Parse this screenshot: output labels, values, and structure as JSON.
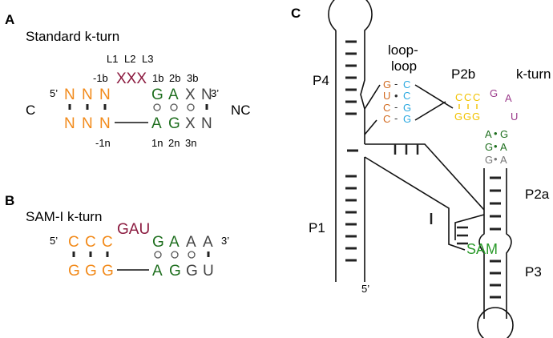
{
  "colors": {
    "orange": "#f28a1a",
    "maroon": "#8b1a3f",
    "green": "#1f6f1f",
    "gray": "#444444",
    "cyan": "#29a8e0",
    "rust": "#d2691e",
    "yellow": "#f2c200",
    "purple": "#9b3b8b",
    "leafgreen": "#2a9a2a",
    "lightgray": "#777777"
  },
  "panel_a": {
    "letter": "A",
    "title": "Standard k-turn",
    "loop_header": [
      "L1",
      "L2",
      "L3"
    ],
    "pos_top_left": "-1b",
    "pos_top_right": [
      "1b",
      "2b",
      "3b"
    ],
    "loop_seq": "XXX",
    "five_prime": "5’",
    "three_prime": "3’",
    "c_label": "C",
    "nc_label": "NC",
    "top_left_nts": [
      "N",
      "N",
      "N"
    ],
    "top_right_nts": [
      "G",
      "A",
      "X",
      "N"
    ],
    "bottom_left_nts": [
      "N",
      "N",
      "N"
    ],
    "bottom_right_nts": [
      "A",
      "G",
      "X",
      "N"
    ],
    "pos_bottom_left": "-1n",
    "pos_bottom_right": [
      "1n",
      "2n",
      "3n"
    ]
  },
  "panel_b": {
    "letter": "B",
    "title": "SAM-I k-turn",
    "loop_seq": "GAU",
    "five_prime": "5’",
    "three_prime": "3’",
    "top_left_nts": [
      "C",
      "C",
      "C"
    ],
    "top_right_nts": [
      "G",
      "A",
      "A",
      "A"
    ],
    "bottom_left_nts": [
      "G",
      "G",
      "G"
    ],
    "bottom_right_nts": [
      "A",
      "G",
      "G",
      "U"
    ]
  },
  "panel_c": {
    "letter": "C",
    "helix_labels": {
      "p4": "P4",
      "p1": "P1",
      "p2b": "P2b",
      "p2a": "P2a",
      "p3": "P3"
    },
    "loop_loop": [
      "loop-",
      "loop"
    ],
    "kturn_label": "k-turn",
    "sam_label": "SAM",
    "five_prime": "5’",
    "ll_left": [
      "G",
      "U",
      "C",
      "C"
    ],
    "ll_mid": [
      "-",
      "•",
      "-",
      "-"
    ],
    "ll_right": [
      "C",
      "C",
      "G",
      "G"
    ],
    "p2b_top": [
      "C",
      "C",
      "C"
    ],
    "p2b_bottom": [
      "G",
      "G",
      "G"
    ],
    "kturn_loop": [
      "G",
      "A",
      "U"
    ],
    "ga_pairs": [
      {
        "left": "A",
        "mid": "•",
        "right": "G"
      },
      {
        "left": "G",
        "mid": "•",
        "right": "A"
      },
      {
        "left": "G",
        "mid": "•",
        "right": "A"
      }
    ]
  }
}
